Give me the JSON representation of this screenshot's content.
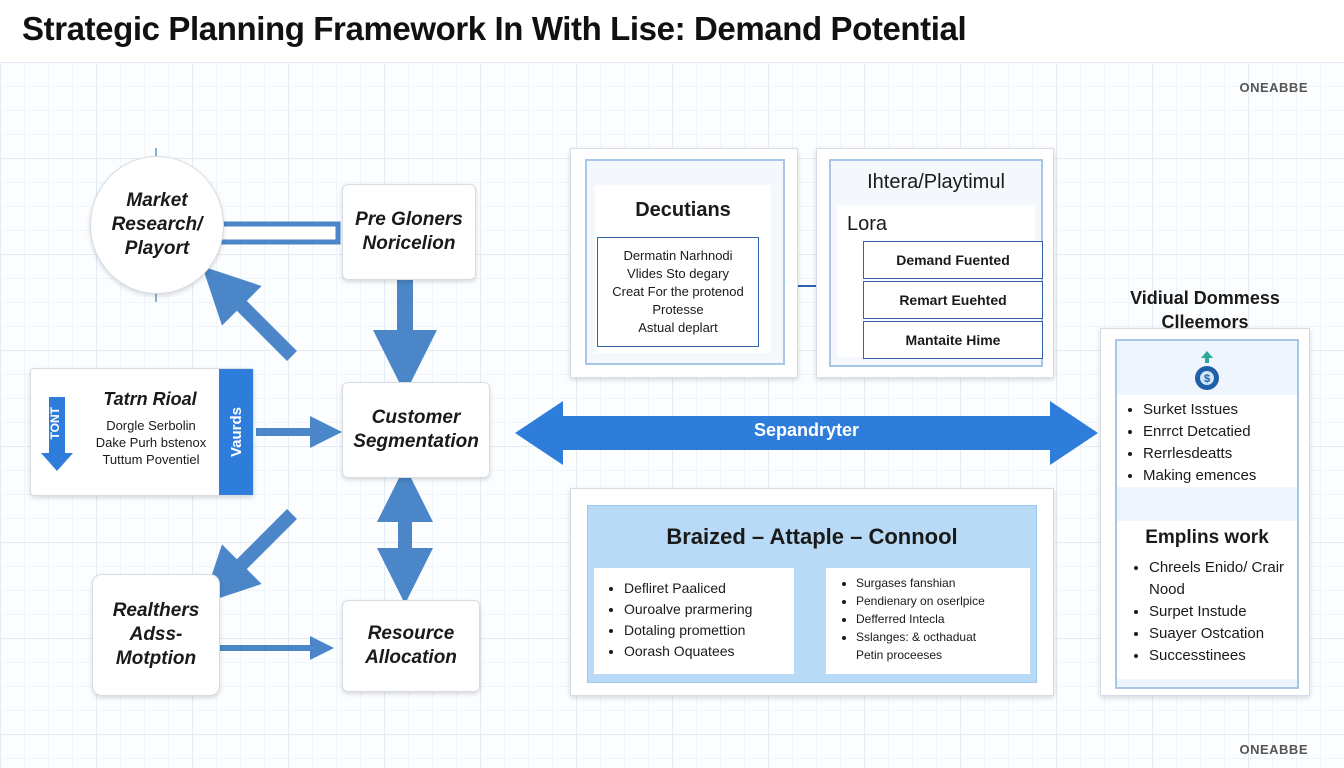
{
  "title": "Strategic Planning Framework In With Lise: Demand Potential",
  "brand_top": "ONEABBE",
  "brand_bottom": "ONEABBE",
  "left": {
    "market_research": "Market Research/ Playort",
    "pre_gloners": "Pre Gloners Noricelion",
    "tatn": {
      "title": "Tatrn Rioal",
      "lines": [
        "Dorgle Serbolin",
        "Dake Purh bstenox",
        "Tuttum Poventiel"
      ],
      "side_label": "Vaurds",
      "vertical_label": "TONT"
    },
    "customer_segmentation": "Customer Segmentation",
    "realthers": "Realthers Adss- Motption",
    "resource_allocation": "Resource Allocation"
  },
  "decutians": {
    "heading": "Decutians",
    "lines": [
      "Dermatin Narhnodi",
      "Vlides Sto degary",
      "Creat For the protenod",
      "Protesse",
      "Astual deplart"
    ]
  },
  "ihtera": {
    "heading": "Ihtera/Playtimul",
    "subheading": "Lora",
    "rows": [
      "Demand Fuented",
      "Remart Euehted",
      "Mantaite Hime"
    ]
  },
  "separator_label": "Sepandryter",
  "braized": {
    "heading": "Braized – Attaple – Connool",
    "left_items": [
      "Defliret Paaliced",
      "Ouroalve prarmering",
      "Dotaling promettion",
      "Oorash Oquatees"
    ],
    "right_items": [
      "Surgases fanshian",
      "Pendienary on oserlpice",
      "Defferred Intecla",
      "Sslanges: & octhaduat",
      "Petin proceeses"
    ]
  },
  "right": {
    "heading": "Vidiual Dommess Clleemors",
    "items_top": [
      "Surket Isstues",
      "Enrrct Detcatied",
      "Rerrlesdeatts",
      "Making emences"
    ],
    "subheading": "Emplins work",
    "items_bottom": [
      "Chreels Enido/ Crair Nood",
      "Surpet Instude",
      "Suayer Ostcation",
      "Successtinees"
    ]
  }
}
